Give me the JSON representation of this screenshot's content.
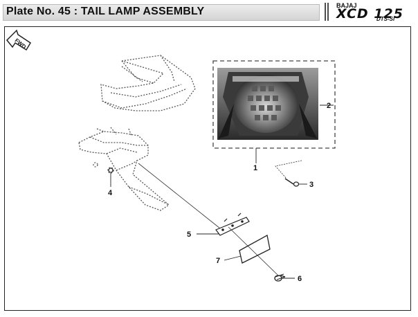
{
  "header": {
    "title": "Plate No. 45  : TAIL LAMP ASSEMBLY",
    "brand": "BAJAJ",
    "model": "XCD 125",
    "variant": "DTS-Si"
  },
  "diagram": {
    "direction_label": "FWD",
    "callouts": [
      {
        "id": "1",
        "label": "1"
      },
      {
        "id": "2",
        "label": "2"
      },
      {
        "id": "3",
        "label": "3"
      },
      {
        "id": "4",
        "label": "4"
      },
      {
        "id": "5",
        "label": "5"
      },
      {
        "id": "6",
        "label": "6"
      },
      {
        "id": "7",
        "label": "7"
      }
    ]
  }
}
